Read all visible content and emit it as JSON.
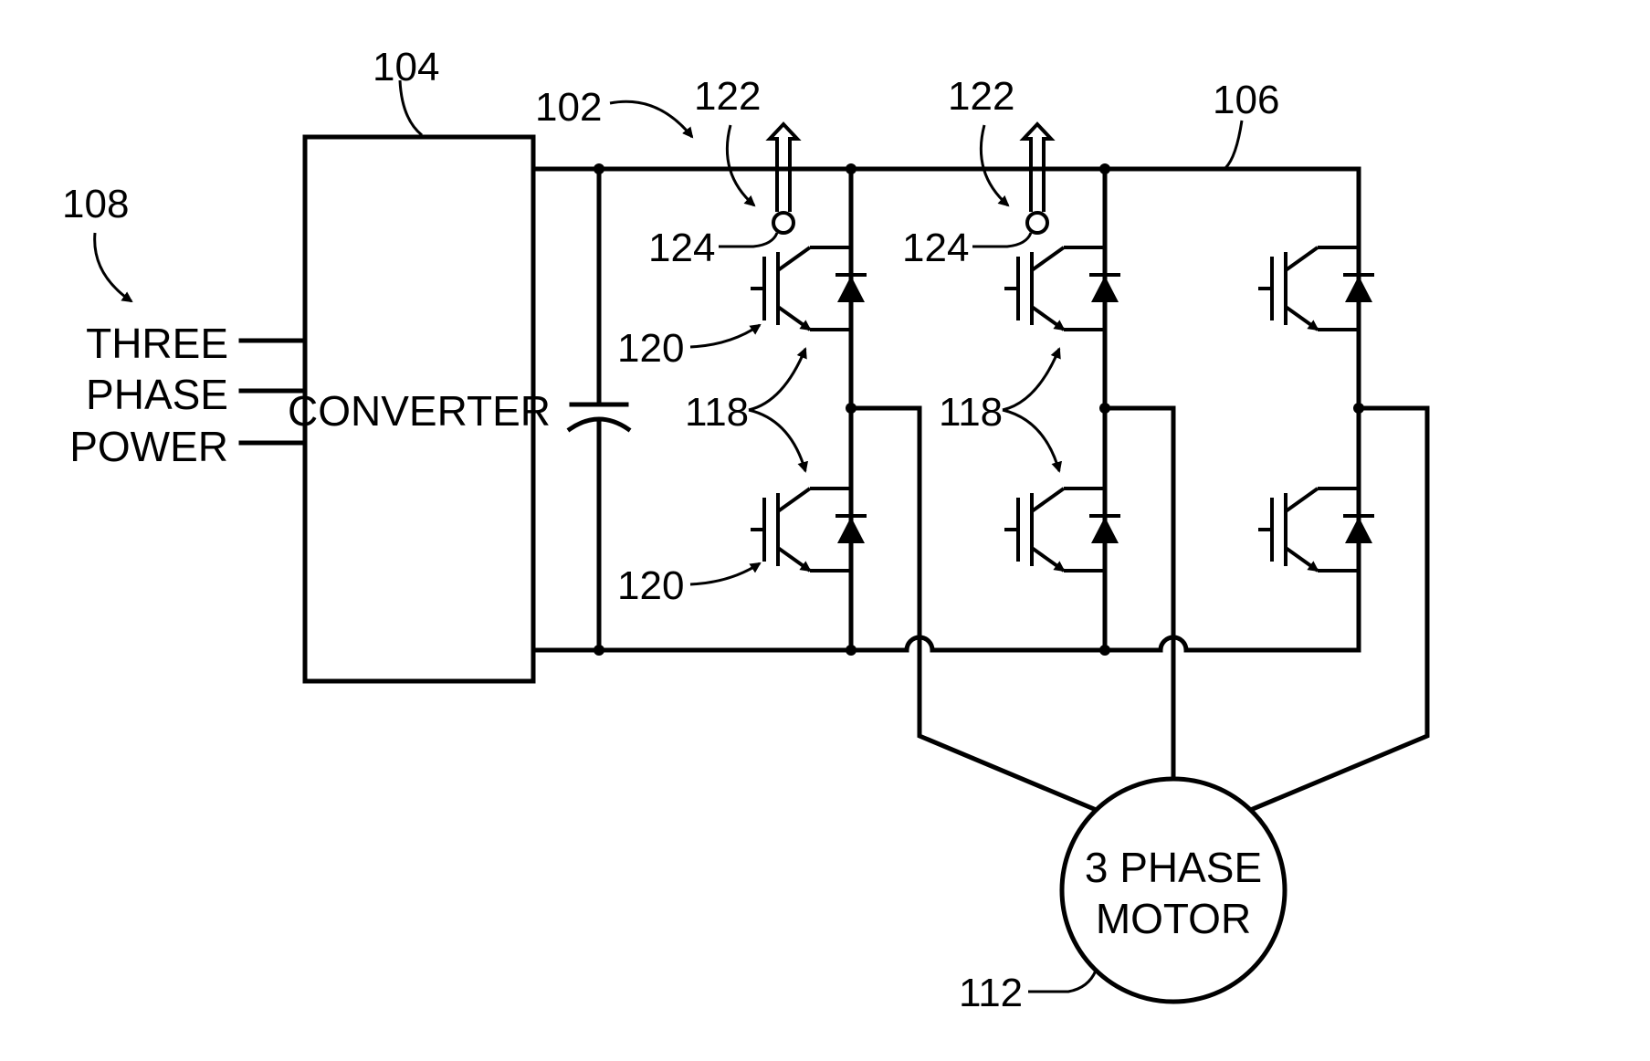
{
  "labels": {
    "converter_ref": "104",
    "dc_bus_ref": "102",
    "inverter_ref": "106",
    "power_ref": "108",
    "gate_ref_1": "122",
    "gate_ref_2": "122",
    "node_ref_1": "124",
    "node_ref_2": "124",
    "switch_ref_1": "120",
    "switch_ref_2": "120",
    "pair_ref_1": "118",
    "pair_ref_2": "118",
    "motor_ref": "112"
  },
  "input": {
    "line1": "THREE",
    "line2": "PHASE",
    "line3": "POWER"
  },
  "converter": {
    "text": "CONVERTER"
  },
  "motor": {
    "line1": "3  PHASE",
    "line2": "MOTOR"
  }
}
